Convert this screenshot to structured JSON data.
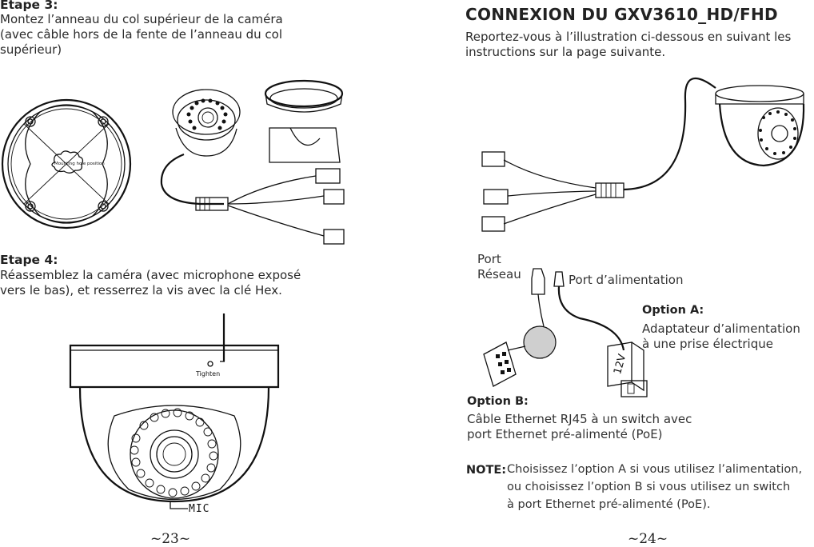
{
  "left_page": {
    "step3": {
      "heading": "Etape 3:",
      "line1": "Montez l’anneau du col supérieur de la caméra",
      "line2": "(avec câble hors de la fente de l’anneau du col",
      "line3": "supérieur)",
      "mount_label": "Mounting hole position"
    },
    "step4": {
      "heading": "Etape 4:",
      "line1": "Réassemblez la caméra (avec microphone exposé",
      "line2": "vers le bas), et resserrez la vis avec la clé Hex.",
      "tighten_label": "Tighten",
      "mic_label": "MIC"
    },
    "page_number": "~23~"
  },
  "right_page": {
    "title": "CONNEXION DU GXV3610_HD/FHD",
    "intro_line1": "Reportez-vous à l’illustration ci-dessous en suivant les",
    "intro_line2": "instructions sur la page suivante.",
    "port_network_line1": "Port",
    "port_network_line2": "Réseau",
    "port_power": "Port d’alimentation",
    "option_a": {
      "heading": "Option A:",
      "line1": "Adaptateur d’alimentation",
      "line2": "à une prise électrique"
    },
    "adapter_label": "12V",
    "option_b": {
      "heading": "Option B:",
      "line1": "Câble Ethernet RJ45 à un switch avec",
      "line2": "port Ethernet pré-alimenté (PoE)"
    },
    "note": {
      "heading": "NOTE:",
      "line1": "Choisissez l’option A si vous utilisez l’alimentation,",
      "line2": "ou choisissez l’option B si vous utilisez un switch",
      "line3": "à port Ethernet pré-alimenté (PoE)."
    },
    "page_number": "~24~"
  }
}
